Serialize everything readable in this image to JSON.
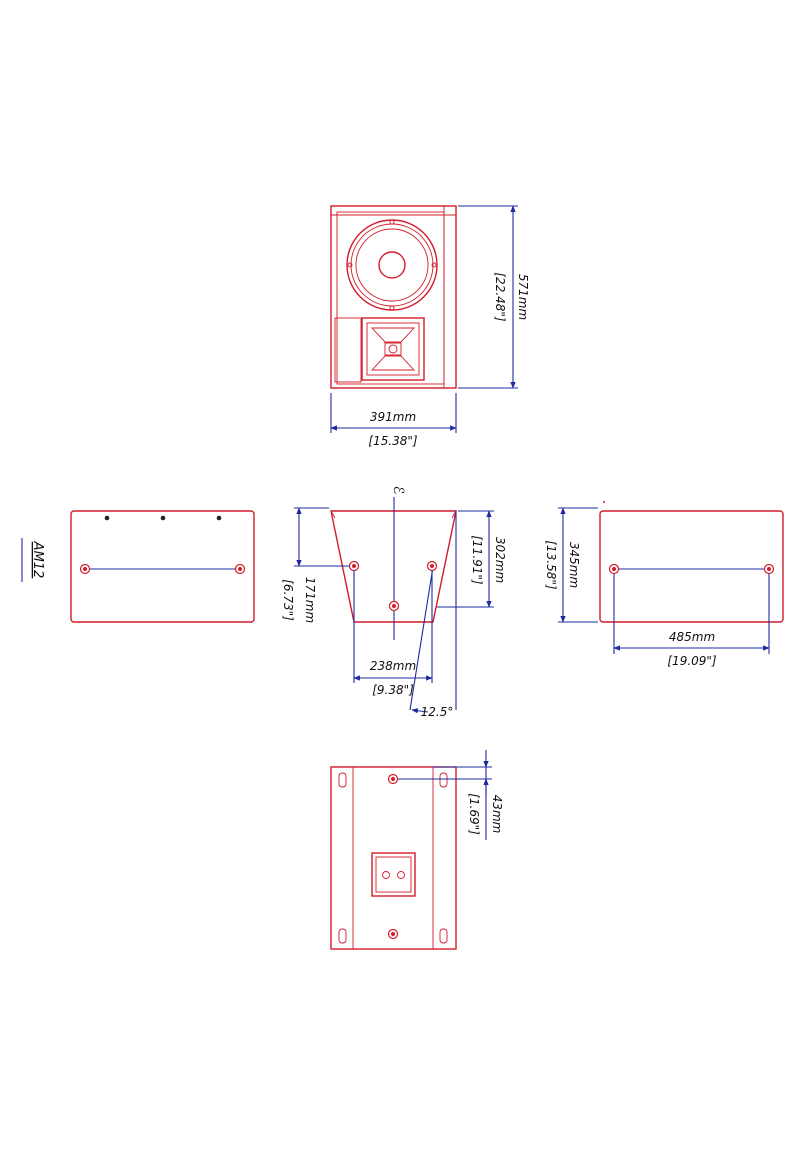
{
  "front_view": {
    "width_mm": "391mm",
    "width_in": "[15.38\"]",
    "height_mm": "571mm",
    "height_in": "[22.48\"]"
  },
  "side_view": {
    "model_label": "AM12"
  },
  "top_view": {
    "centerline_symbol": "ℰ",
    "depth_mm": "302mm",
    "depth_in": "[11.91\"]",
    "rigging_depth_mm": "171mm",
    "rigging_depth_in": "[6.73\"]",
    "rear_width_mm": "238mm",
    "rear_width_in": "[9.38\"]",
    "angle": "12.5°"
  },
  "rear_side_view": {
    "height_mm": "345mm",
    "height_in": "[13.58\"]",
    "point_spacing_mm": "485mm",
    "point_spacing_in": "[19.09\"]"
  },
  "back_view": {
    "offset_mm": "43mm",
    "offset_in": "[1.69\"]"
  },
  "colors": {
    "outline": "#d21c2a",
    "dimension": "#1f2b9e"
  }
}
